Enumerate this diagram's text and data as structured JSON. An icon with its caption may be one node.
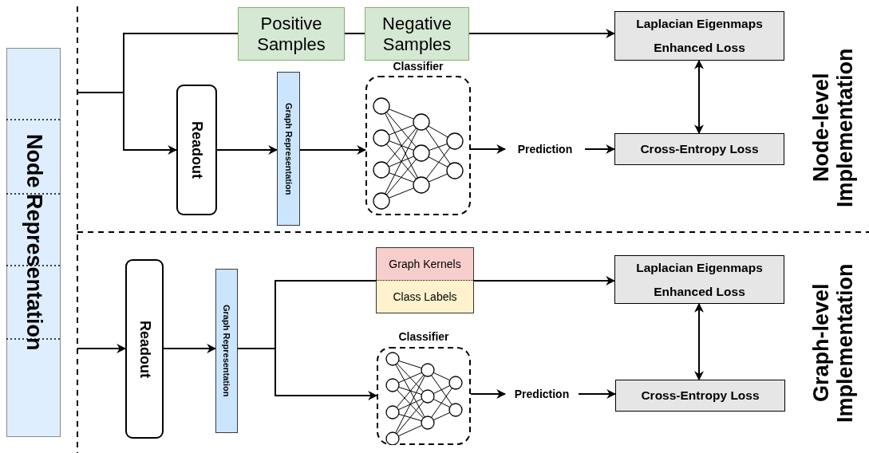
{
  "diagram": {
    "nodes": [
      {
        "text": [
          "Node Representation"
        ]
      },
      {
        "text": [
          "Positive Samples"
        ]
      },
      {
        "text": [
          "Negative Samples"
        ]
      },
      {
        "text": [
          "Readout"
        ]
      },
      {
        "text": [
          "Graph Representation"
        ]
      },
      {
        "text": [
          "Classifier"
        ]
      },
      {
        "text": [
          "Prediction"
        ]
      },
      {
        "text": [
          "Laplacian Eigenmaps Enhanced Loss"
        ]
      },
      {
        "text": [
          "Cross-Entropy Loss"
        ]
      },
      {
        "text": [
          "Readout"
        ]
      },
      {
        "text": [
          "Graph Representation"
        ]
      },
      {
        "text": [
          "Graph Kernels",
          "Class Labels"
        ]
      },
      {
        "text": [
          "Classifier"
        ]
      },
      {
        "text": [
          "Prediction"
        ]
      },
      {
        "text": [
          "Laplacian Eigenmaps Enhanced Loss"
        ]
      },
      {
        "text": [
          "Cross-Entropy Loss"
        ]
      }
    ],
    "edges": [
      {
        "from": null,
        "to": 1,
        "arrow": "none"
      },
      {
        "from": 1,
        "to": 2,
        "arrow": "none"
      },
      {
        "from": 2,
        "to": 7,
        "arrow": "to"
      },
      {
        "from": null,
        "to": 3,
        "arrow": "to"
      },
      {
        "from": 3,
        "to": 4,
        "arrow": "to"
      },
      {
        "from": 4,
        "to": 5,
        "arrow": "to"
      },
      {
        "from": 5,
        "to": 6,
        "arrow": "to"
      },
      {
        "from": 6,
        "to": 8,
        "arrow": "to"
      },
      {
        "from": 7,
        "to": 8,
        "arrow": "both"
      },
      {
        "from": null,
        "to": 9,
        "arrow": "to"
      },
      {
        "from": 9,
        "to": 10,
        "arrow": "to"
      },
      {
        "from": 10,
        "to": 11,
        "arrow": "none"
      },
      {
        "from": 11,
        "to": 14,
        "arrow": "to"
      },
      {
        "from": 10,
        "to": 12,
        "arrow": "to"
      },
      {
        "from": 12,
        "to": 13,
        "arrow": "to"
      },
      {
        "from": 13,
        "to": 15,
        "arrow": "to"
      },
      {
        "from": 14,
        "to": 15,
        "arrow": "both"
      }
    ],
    "labels": [
      "Node-level Implementation",
      "Graph-level Implementation"
    ]
  }
}
